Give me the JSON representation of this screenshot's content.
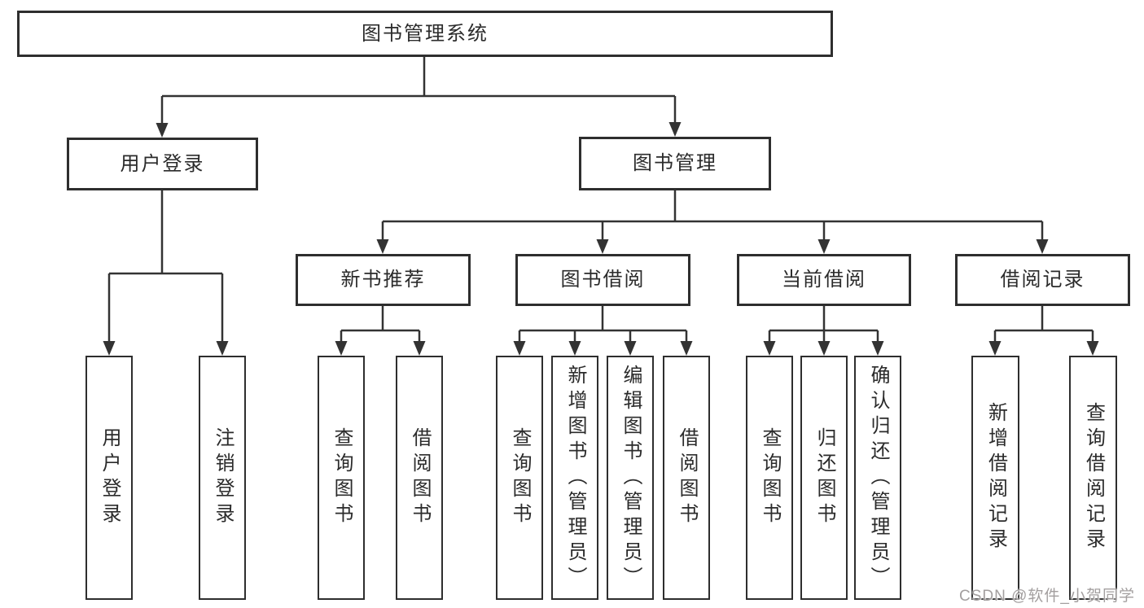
{
  "page": {
    "background": "#ffffff",
    "watermark": "CSDN @软件_小贺同学"
  },
  "colors": {
    "box_border": "#2e2e2e",
    "connector_line": "#333333",
    "node_text": "#2b2b2b",
    "watermark_text": "#9e9a9a"
  },
  "nodes": {
    "root": {
      "label": "图书管理系统",
      "level": 1
    },
    "user_login": {
      "label": "用户登录",
      "level": 2
    },
    "book_management": {
      "label": "图书管理",
      "level": 2
    },
    "new_book_recommend": {
      "label": "新书推荐",
      "level": 3
    },
    "book_borrowing": {
      "label": "图书借阅",
      "level": 3
    },
    "current_borrowing": {
      "label": "当前借阅",
      "level": 3
    },
    "borrowing_records": {
      "label": "借阅记录",
      "level": 3
    },
    "leaf_user_login": {
      "label": "用户登录"
    },
    "leaf_logout": {
      "label": "注销登录"
    },
    "leaf_query_books_rec": {
      "label": "查询图书"
    },
    "leaf_borrow_books_rec": {
      "label": "借阅图书"
    },
    "leaf_query_books_bor": {
      "label": "查询图书"
    },
    "leaf_add_books_admin": {
      "label": "新增图书（管理员）"
    },
    "leaf_edit_books_admin": {
      "label": "编辑图书（管理员）"
    },
    "leaf_borrow_books_bor": {
      "label": "借阅图书"
    },
    "leaf_query_books_cur": {
      "label": "查询图书"
    },
    "leaf_return_books": {
      "label": "归还图书"
    },
    "leaf_confirm_return_admin": {
      "label": "确认归还（管理员）"
    },
    "leaf_add_borrow_record": {
      "label": "新增借阅记录"
    },
    "leaf_query_borrow_record": {
      "label": "查询借阅记录"
    }
  },
  "hierarchy": [
    {
      "parent": "图书管理系统",
      "children": [
        "用户登录",
        "图书管理"
      ]
    },
    {
      "parent": "用户登录",
      "children": [
        "用户登录",
        "注销登录"
      ]
    },
    {
      "parent": "图书管理",
      "children": [
        "新书推荐",
        "图书借阅",
        "当前借阅",
        "借阅记录"
      ]
    },
    {
      "parent": "新书推荐",
      "children": [
        "查询图书",
        "借阅图书"
      ]
    },
    {
      "parent": "图书借阅",
      "children": [
        "查询图书",
        "新增图书（管理员）",
        "编辑图书（管理员）",
        "借阅图书"
      ]
    },
    {
      "parent": "当前借阅",
      "children": [
        "查询图书",
        "归还图书",
        "确认归还（管理员）"
      ]
    },
    {
      "parent": "借阅记录",
      "children": [
        "新增借阅记录",
        "查询借阅记录"
      ]
    }
  ]
}
